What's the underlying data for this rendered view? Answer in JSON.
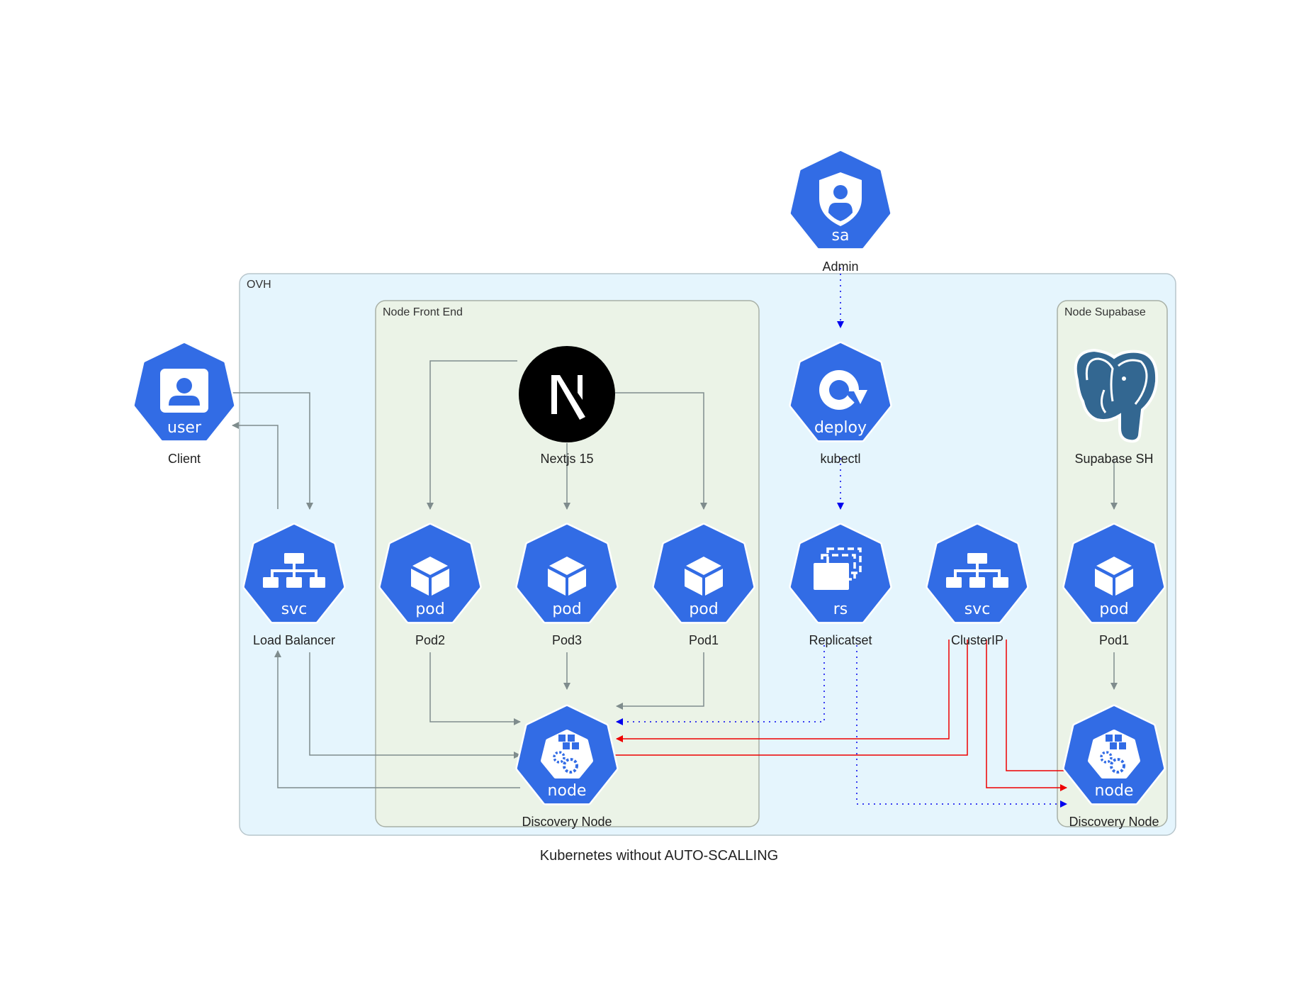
{
  "caption": "Kubernetes without AUTO-SCALLING",
  "clusters": {
    "ovh": "OVH",
    "front": "Node Front End",
    "supabase": "Node Supabase"
  },
  "nodes": {
    "admin": {
      "label": "Admin",
      "badge": "sa"
    },
    "client": {
      "label": "Client",
      "badge": "user"
    },
    "nextjs": {
      "label": "Nextjs 15"
    },
    "kubectl": {
      "label": "kubectl",
      "badge": "deploy"
    },
    "supabase": {
      "label": "Supabase SH"
    },
    "load_balancer": {
      "label": "Load Balancer",
      "badge": "svc"
    },
    "pod2": {
      "label": "Pod2",
      "badge": "pod"
    },
    "pod3": {
      "label": "Pod3",
      "badge": "pod"
    },
    "pod1_front": {
      "label": "Pod1",
      "badge": "pod"
    },
    "replicaset": {
      "label": "Replicatset",
      "badge": "rs"
    },
    "clusterip": {
      "label": "ClusterIP",
      "badge": "svc"
    },
    "pod1_supa": {
      "label": "Pod1",
      "badge": "pod"
    },
    "discovery_front": {
      "label": "Discovery Node",
      "badge": "node"
    },
    "discovery_supa": {
      "label": "Discovery Node",
      "badge": "node"
    }
  },
  "colors": {
    "k8s_blue": "#326ce5",
    "edge_gray": "#7f8c8d",
    "edge_blue": "#0000ee",
    "edge_red": "#ee0000",
    "ovh_fill": "#e5f5fd",
    "node_fill": "#ebf3e7"
  }
}
